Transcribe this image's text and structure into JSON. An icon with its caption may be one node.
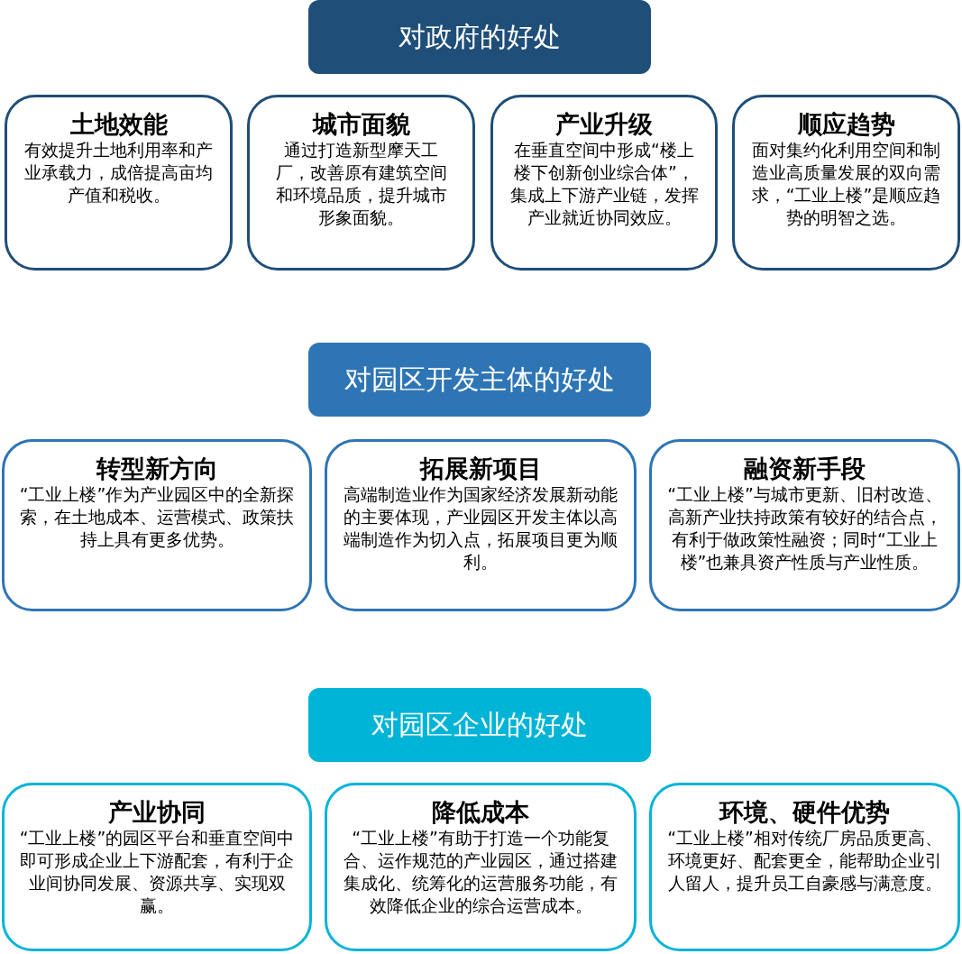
{
  "diagram": {
    "nodes": [
      {
        "text": [
          "对政府的好处"
        ]
      },
      {
        "text": [
          "土地效能",
          "有效提升土地利用率和产业承载力，成倍提高亩均产值和税收。"
        ]
      },
      {
        "text": [
          "城市面貌",
          "通过打造新型摩天工厂，改善原有建筑空间和环境品质，提升城市形象面貌。"
        ]
      },
      {
        "text": [
          "产业升级",
          "在垂直空间中形成“楼上楼下创新创业综合体”，集成上下游产业链，发挥产业就近协同效应。"
        ]
      },
      {
        "text": [
          "顺应趋势",
          "面对集约化利用空间和制造业高质量发展的双向需求，“工业上楼”是顺应趋势的明智之选。"
        ]
      },
      {
        "text": [
          "对园区开发主体的好处"
        ]
      },
      {
        "text": [
          "转型新方向",
          "“工业上楼”作为产业园区中的全新探索，在土地成本、运营模式、政策扶持上具有更多优势。"
        ]
      },
      {
        "text": [
          "拓展新项目",
          "高端制造业作为国家经济发展新动能的主要体现，产业园区开发主体以高端制造作为切入点，拓展项目更为顺利。"
        ]
      },
      {
        "text": [
          "融资新手段",
          "“工业上楼”与城市更新、旧村改造、高新产业扶持政策有较好的结合点，有利于做政策性融资；同时“工业上楼”也兼具资产性质与产业性质。"
        ]
      },
      {
        "text": [
          "对园区企业的好处"
        ]
      },
      {
        "text": [
          "产业协同",
          "“工业上楼”的园区平台和垂直空间中即可形成企业上下游配套，有利于企业间协同发展、资源共享、实现双赢。"
        ]
      },
      {
        "text": [
          "降低成本",
          "“工业上楼”有助于打造一个功能复合、运作规范的产业园区，通过搭建集成化、统筹化的运营服务功能，有效降低企业的综合运营成本。"
        ]
      },
      {
        "text": [
          "环境、硬件优势",
          "“工业上楼”相对传统厂房品质更高、环境更好、配套更全，能帮助企业引人留人，提升员工自豪感与满意度。"
        ]
      }
    ]
  }
}
